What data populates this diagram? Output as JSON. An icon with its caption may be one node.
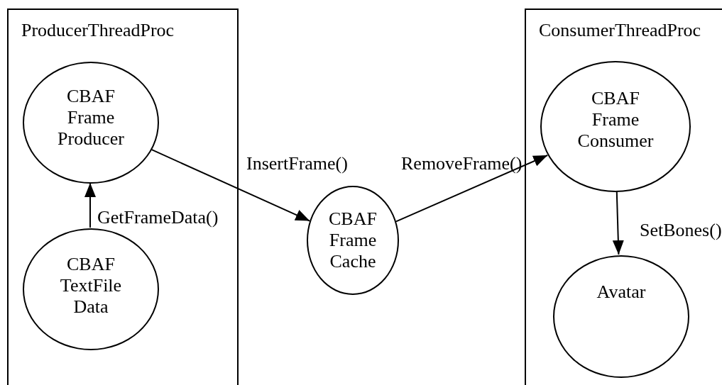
{
  "diagram": {
    "nodes": [
      {
        "text": [
          "ProducerThreadProc"
        ]
      },
      {
        "text": [
          "CBAF Frame Producer"
        ],
        "in": 0
      },
      {
        "text": [
          "CBAF TextFile Data"
        ],
        "in": 0
      },
      {
        "text": [
          "CBAF Frame Cache"
        ]
      },
      {
        "text": [
          "ConsumerThreadProc"
        ]
      },
      {
        "text": [
          "CBAF Frame Consumer"
        ],
        "in": 4
      },
      {
        "text": [
          "Avatar"
        ],
        "in": 4
      }
    ],
    "edges": [
      {
        "from": 2,
        "to": 1,
        "arrow": "to",
        "label": "GetFrameData()"
      },
      {
        "from": 1,
        "to": 3,
        "arrow": "to",
        "label": "InsertFrame()"
      },
      {
        "from": 3,
        "to": 5,
        "arrow": "to",
        "label": "RemoveFrame()"
      },
      {
        "from": 5,
        "to": 6,
        "arrow": "to",
        "label": "SetBones()"
      }
    ]
  }
}
